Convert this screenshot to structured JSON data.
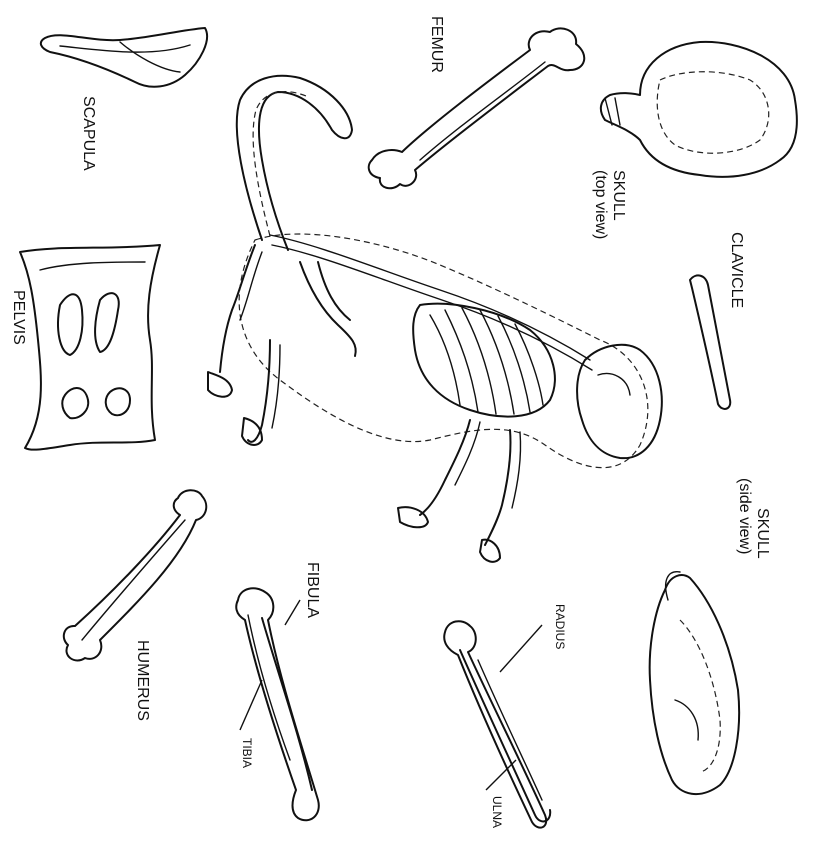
{
  "labels": {
    "femur": "FEMUR",
    "scapula": "SCAPULA",
    "skull_top": "SKULL",
    "top_view": "(top view)",
    "clavicle": "CLAVICLE",
    "pelvis": "PELVIS",
    "skull_side": "SKULL",
    "side_view": "(side view)",
    "fibula": "FIBULA",
    "humerus": "HUMERUS",
    "tibia": "TIBIA",
    "radius": "RADIUS",
    "ulna": "ULNA"
  }
}
